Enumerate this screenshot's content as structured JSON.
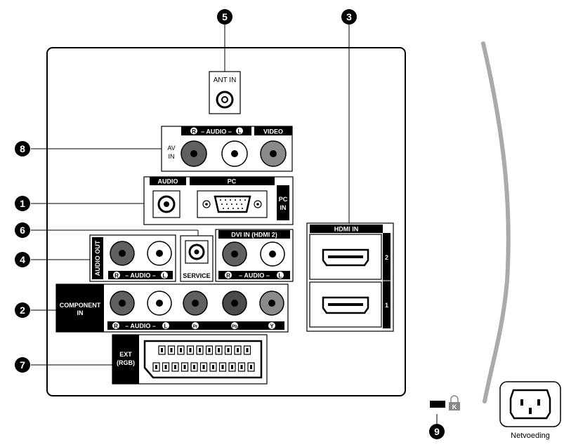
{
  "callouts": [
    {
      "number": "1"
    },
    {
      "number": "2"
    },
    {
      "number": "3"
    },
    {
      "number": "4"
    },
    {
      "number": "5"
    },
    {
      "number": "6"
    },
    {
      "number": "7"
    },
    {
      "number": "8"
    },
    {
      "number": "9"
    }
  ],
  "labels": {
    "ant_in": "ANT IN",
    "av_in_top": "AV",
    "av_in_bottom": "IN",
    "audio_rl": "– AUDIO –",
    "video": "VIDEO",
    "audio": "AUDIO",
    "pc": "PC",
    "pc_in_top": "PC",
    "pc_in_bottom": "IN",
    "audio_out": "AUDIO OUT",
    "service": "SERVICE",
    "dvi_in": "DVI IN (HDMI 2)",
    "hdmi_in": "HDMI IN",
    "hdmi_2": "2",
    "hdmi_1": "1",
    "component_top": "COMPONENT",
    "component_bottom": "IN",
    "ext_top": "EXT",
    "ext_bottom": "(RGB)",
    "r": "R",
    "l": "L",
    "pr": "Pr",
    "pb": "Pb",
    "y": "Y",
    "kensington": "K",
    "power": "Netvoeding"
  },
  "colors": {
    "line": "#000000",
    "jack_red": "#606060",
    "jack_white": "#ffffff",
    "jack_gray": "#8a8a8a",
    "jack_dark": "#4a4a4a",
    "cable": "#aaaaaa"
  }
}
